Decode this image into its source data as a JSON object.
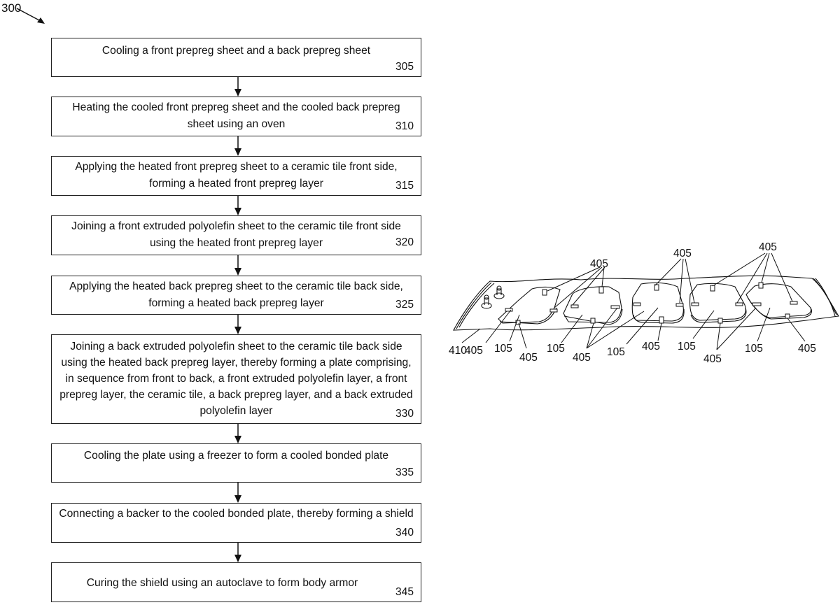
{
  "figure": {
    "label": "300"
  },
  "flowchart": {
    "steps": [
      {
        "text": "Cooling a front prepreg sheet and a back prepreg sheet",
        "ref": "305"
      },
      {
        "text": "Heating the cooled front prepreg sheet and the cooled back prepreg sheet using an oven",
        "ref": "310"
      },
      {
        "text": "Applying the heated front prepreg sheet to a ceramic tile front side, forming a heated front prepreg layer",
        "ref": "315"
      },
      {
        "text": "Joining a front extruded polyolefin sheet to the ceramic tile front side using the heated front prepreg layer",
        "ref": "320"
      },
      {
        "text": "Applying the heated back prepreg sheet to the ceramic tile back side, forming a heated back prepreg layer",
        "ref": "325"
      },
      {
        "text": "Joining a back extruded polyolefin sheet to the ceramic tile back side using the heated back prepreg layer, thereby forming a plate comprising, in sequence from front to back, a front extruded polyolefin layer, a front prepreg layer, the ceramic tile, a back prepreg layer, and a back extruded polyolefin layer",
        "ref": "330"
      },
      {
        "text": "Cooling the plate using a freezer to form a cooled bonded plate",
        "ref": "335"
      },
      {
        "text": "Connecting a backer to the cooled bonded plate, thereby forming a shield",
        "ref": "340"
      },
      {
        "text": "Curing the shield using an autoclave to form body armor",
        "ref": "345"
      }
    ]
  },
  "illustration": {
    "labels": {
      "carrier": "410",
      "plate": "105",
      "tab": "405"
    }
  }
}
